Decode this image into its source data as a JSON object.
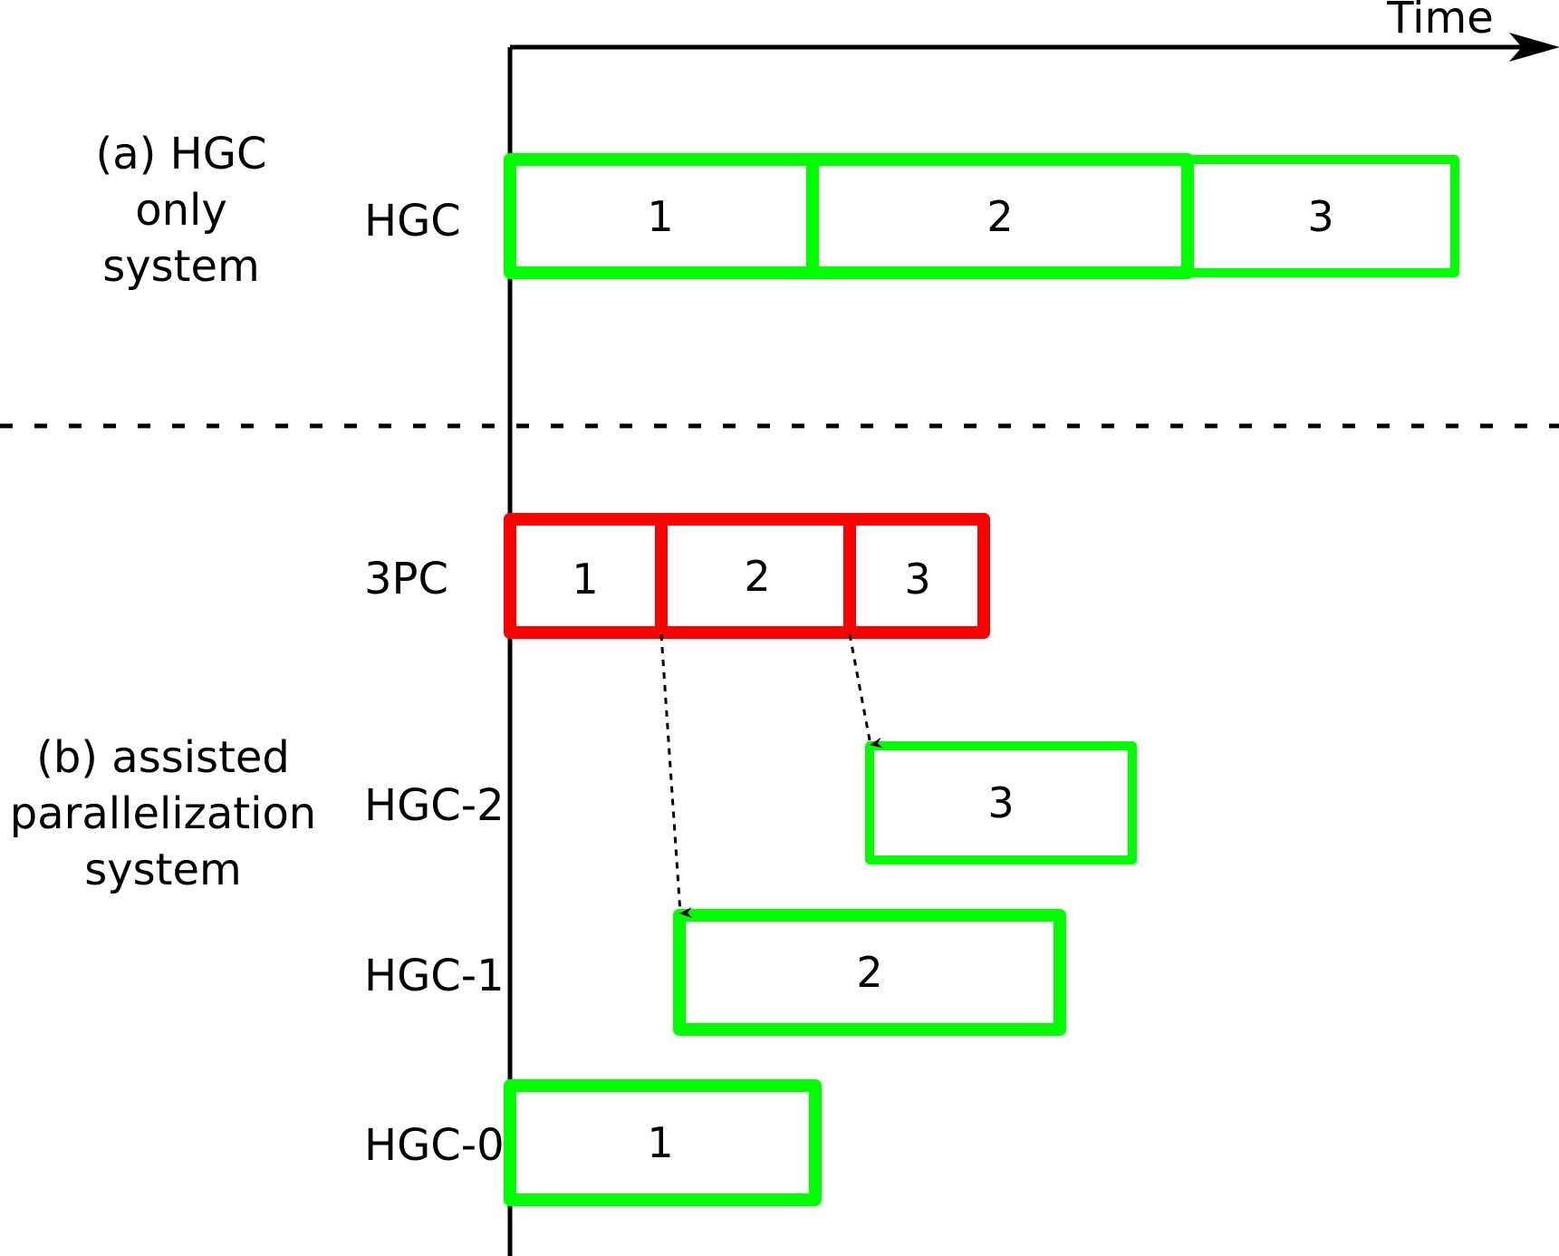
{
  "colors": {
    "hgc_box": "#00ff00",
    "pc_box": "#ff0000",
    "axis": "#000000",
    "text": "#000000"
  },
  "axis": {
    "time_label": "Time"
  },
  "section_a": {
    "label_lines": [
      "(a) HGC",
      "only",
      "system"
    ],
    "row_label": "HGC",
    "task_labels": [
      "1",
      "2",
      "3"
    ]
  },
  "section_b": {
    "label_lines": [
      "(b) assisted",
      "parallelization",
      "system"
    ],
    "pc_row": {
      "label": "3PC",
      "task_labels": [
        "1",
        "2",
        "3"
      ]
    },
    "hgc_rows": [
      {
        "label": "HGC-2",
        "task_label": "3"
      },
      {
        "label": "HGC-1",
        "task_label": "2"
      },
      {
        "label": "HGC-0",
        "task_label": "1"
      }
    ]
  }
}
